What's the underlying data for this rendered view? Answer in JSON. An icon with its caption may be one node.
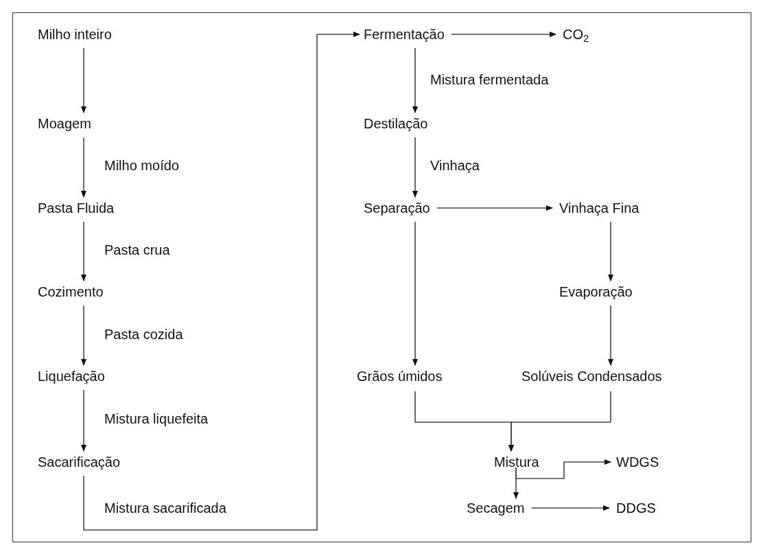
{
  "diagram": {
    "nodes": [
      {
        "text": [
          "Milho inteiro"
        ]
      },
      {
        "text": [
          "Moagem"
        ]
      },
      {
        "text": [
          "Pasta Fluida"
        ]
      },
      {
        "text": [
          "Cozimento"
        ]
      },
      {
        "text": [
          "Liquefação"
        ]
      },
      {
        "text": [
          "Sacarificação"
        ]
      },
      {
        "text": [
          "Fermentação"
        ]
      },
      {
        "text": [
          "CO$_{2}$"
        ]
      },
      {
        "text": [
          "Destilação"
        ]
      },
      {
        "text": [
          "Separação"
        ]
      },
      {
        "text": [
          "Vinhaça Fina"
        ]
      },
      {
        "text": [
          "Evaporação"
        ]
      },
      {
        "text": [
          "Grãos úmidos"
        ]
      },
      {
        "text": [
          "Solúveis Condensados"
        ]
      },
      {
        "text": [
          "Mistura"
        ]
      },
      {
        "text": [
          "WDGS"
        ]
      },
      {
        "text": [
          "Secagem"
        ]
      },
      {
        "text": [
          "DDGS"
        ]
      }
    ],
    "edges": [
      {
        "from": 0,
        "to": 1,
        "arrow": "to"
      },
      {
        "from": 1,
        "to": 2,
        "arrow": "to",
        "label": "Milho moído"
      },
      {
        "from": 2,
        "to": 3,
        "arrow": "to",
        "label": "Pasta crua"
      },
      {
        "from": 3,
        "to": 4,
        "arrow": "to",
        "label": "Pasta cozida"
      },
      {
        "from": 4,
        "to": 5,
        "arrow": "to",
        "label": "Mistura liquefeita"
      },
      {
        "from": 5,
        "to": 6,
        "arrow": "to",
        "label": "Mistura sacarificada"
      },
      {
        "from": 6,
        "to": 7,
        "arrow": "to"
      },
      {
        "from": 6,
        "to": 8,
        "arrow": "to",
        "label": "Mistura fermentada"
      },
      {
        "from": 8,
        "to": 9,
        "arrow": "to",
        "label": "Vinhaça"
      },
      {
        "from": 9,
        "to": 10,
        "arrow": "to"
      },
      {
        "from": 10,
        "to": 11,
        "arrow": "to"
      },
      {
        "from": 9,
        "to": 12,
        "arrow": "to"
      },
      {
        "from": 11,
        "to": 13,
        "arrow": "to"
      },
      {
        "from": 12,
        "to": 14,
        "arrow": "to"
      },
      {
        "from": 13,
        "to": 14,
        "arrow": "to"
      },
      {
        "from": 14,
        "to": 15,
        "arrow": "to"
      },
      {
        "from": 14,
        "to": 16,
        "arrow": "to"
      },
      {
        "from": 16,
        "to": 17,
        "arrow": "to"
      }
    ]
  }
}
